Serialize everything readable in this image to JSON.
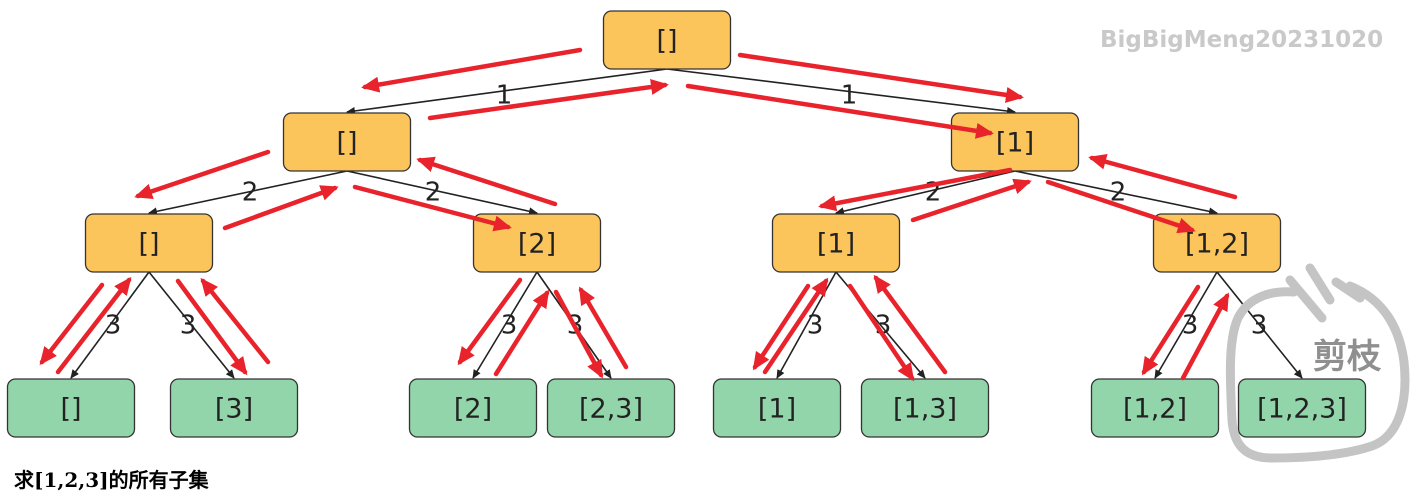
{
  "watermark": "BigBigMeng20231020",
  "caption": "求[1,2,3]的所有子集",
  "pruned_note": "剪枝",
  "colors": {
    "internal_fill": "#fcc55b",
    "leaf_fill": "#93d5aa",
    "red_arrow": "#e8232b"
  },
  "nodes": [
    {
      "id": "root",
      "label": "[]",
      "kind": "internal"
    },
    {
      "id": "n1",
      "label": "[]",
      "kind": "internal"
    },
    {
      "id": "n2",
      "label": "[1]",
      "kind": "internal"
    },
    {
      "id": "n3",
      "label": "[]",
      "kind": "internal"
    },
    {
      "id": "n4",
      "label": "[2]",
      "kind": "internal"
    },
    {
      "id": "n5",
      "label": "[1]",
      "kind": "internal"
    },
    {
      "id": "n6",
      "label": "[1,2]",
      "kind": "internal"
    },
    {
      "id": "l1",
      "label": "[]",
      "kind": "leaf"
    },
    {
      "id": "l2",
      "label": "[3]",
      "kind": "leaf"
    },
    {
      "id": "l3",
      "label": "[2]",
      "kind": "leaf"
    },
    {
      "id": "l4",
      "label": "[2,3]",
      "kind": "leaf"
    },
    {
      "id": "l5",
      "label": "[1]",
      "kind": "leaf"
    },
    {
      "id": "l6",
      "label": "[1,3]",
      "kind": "leaf"
    },
    {
      "id": "l7",
      "label": "[1,2]",
      "kind": "leaf"
    },
    {
      "id": "l8",
      "label": "[1,2,3]",
      "kind": "leaf"
    }
  ],
  "edges": [
    {
      "from": "root",
      "to": "n1",
      "label": "1"
    },
    {
      "from": "root",
      "to": "n2",
      "label": "1"
    },
    {
      "from": "n1",
      "to": "n3",
      "label": "2"
    },
    {
      "from": "n1",
      "to": "n4",
      "label": "2"
    },
    {
      "from": "n2",
      "to": "n5",
      "label": "2"
    },
    {
      "from": "n2",
      "to": "n6",
      "label": "2"
    },
    {
      "from": "n3",
      "to": "l1",
      "label": "3"
    },
    {
      "from": "n3",
      "to": "l2",
      "label": "3"
    },
    {
      "from": "n4",
      "to": "l3",
      "label": "3"
    },
    {
      "from": "n4",
      "to": "l4",
      "label": "3"
    },
    {
      "from": "n5",
      "to": "l5",
      "label": "3"
    },
    {
      "from": "n5",
      "to": "l6",
      "label": "3"
    },
    {
      "from": "n6",
      "to": "l7",
      "label": "3"
    },
    {
      "from": "n6",
      "to": "l8",
      "label": "3"
    }
  ]
}
